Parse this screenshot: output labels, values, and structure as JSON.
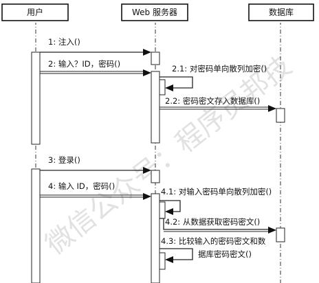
{
  "actors": [
    {
      "id": "user",
      "label": "用户"
    },
    {
      "id": "web",
      "label": "Web 服务器"
    },
    {
      "id": "db",
      "label": "数据库"
    }
  ],
  "messages": [
    {
      "id": "m1",
      "label": "1:  注入()"
    },
    {
      "id": "m2",
      "label": "2:  输入？ID，密码()"
    },
    {
      "id": "m2_1",
      "label": "2.1:  对密码单向散列加密()"
    },
    {
      "id": "m2_2",
      "label": "2.2:  密码密文存入数据库()"
    },
    {
      "id": "m3",
      "label": "3:  登录()"
    },
    {
      "id": "m4",
      "label": "4:  输入 ID，密码()"
    },
    {
      "id": "m4_1",
      "label": "4.1:  对输入密码单向散列加密()"
    },
    {
      "id": "m4_2",
      "label": "4.2:  从数据获取密码密文()"
    },
    {
      "id": "m4_3_line1",
      "label": "4.3:  比较输入的密码密文和数"
    },
    {
      "id": "m4_3_line2",
      "label": "据库密码密文()"
    }
  ],
  "watermark": "微信公众号：程序员邦技"
}
